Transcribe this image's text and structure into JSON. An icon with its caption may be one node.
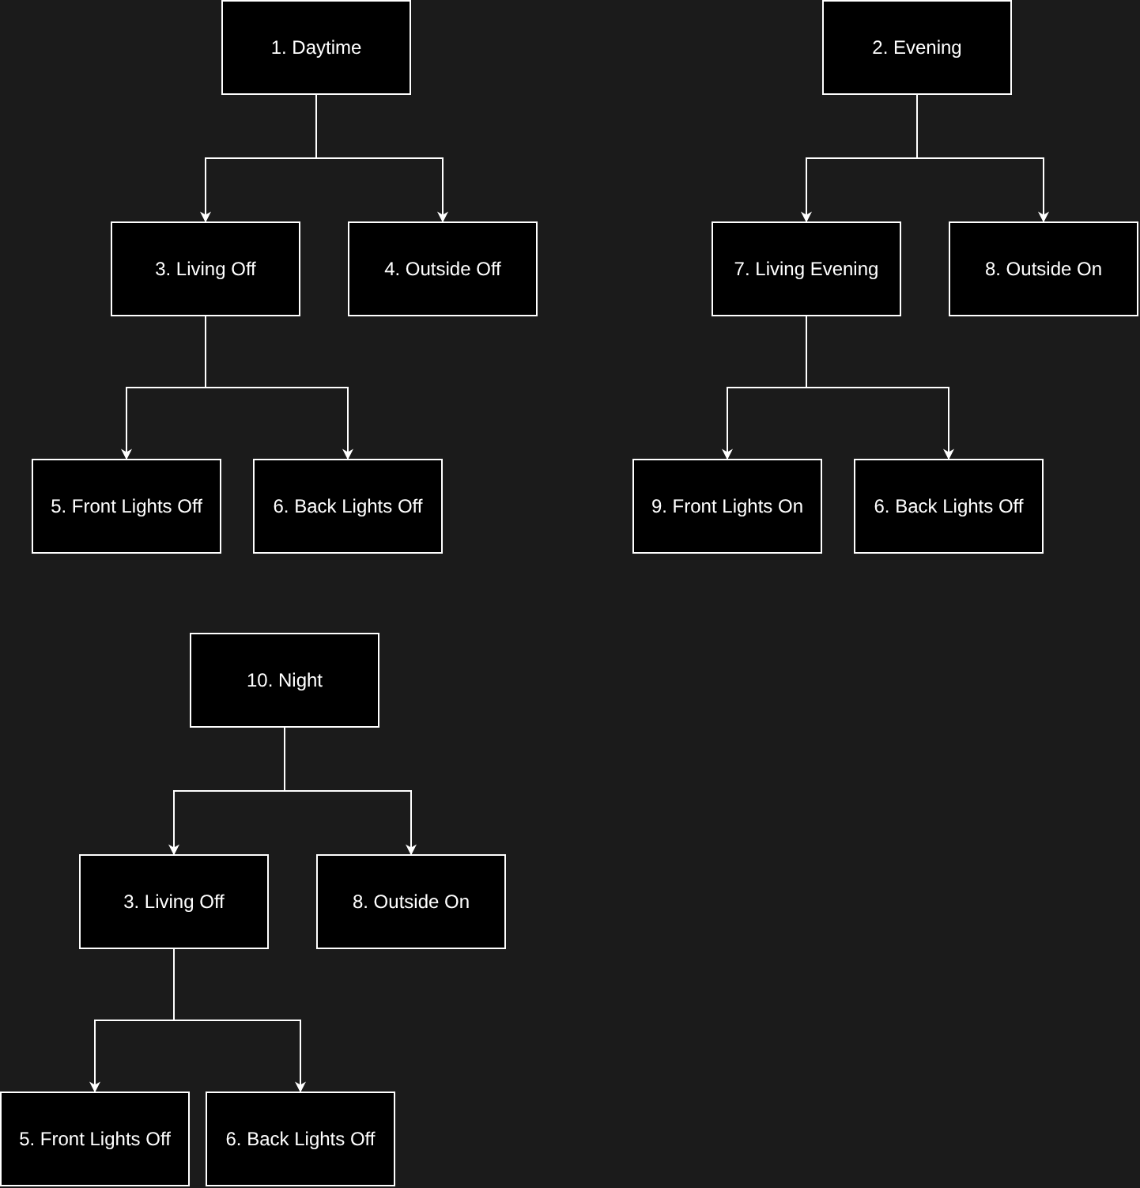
{
  "diagram": {
    "nodes": [
      {
        "text": [
          "1. Daytime"
        ]
      },
      {
        "text": [
          "3. Living Off"
        ]
      },
      {
        "text": [
          "4. Outside Off"
        ]
      },
      {
        "text": [
          "5. Front Lights Off"
        ]
      },
      {
        "text": [
          "6. Back Lights Off"
        ]
      },
      {
        "text": [
          "2. Evening"
        ]
      },
      {
        "text": [
          "7. Living Evening"
        ]
      },
      {
        "text": [
          "8. Outside On"
        ]
      },
      {
        "text": [
          "9. Front Lights On"
        ]
      },
      {
        "text": [
          "6. Back Lights Off"
        ]
      },
      {
        "text": [
          "10. Night"
        ]
      },
      {
        "text": [
          "3. Living Off"
        ]
      },
      {
        "text": [
          "8. Outside On"
        ]
      },
      {
        "text": [
          "5. Front Lights Off"
        ]
      },
      {
        "text": [
          "6. Back Lights Off"
        ]
      }
    ],
    "edges": [
      {
        "from": 0,
        "to": 1,
        "arrow": "to"
      },
      {
        "from": 0,
        "to": 2,
        "arrow": "to"
      },
      {
        "from": 1,
        "to": 3,
        "arrow": "to"
      },
      {
        "from": 1,
        "to": 4,
        "arrow": "to"
      },
      {
        "from": 5,
        "to": 6,
        "arrow": "to"
      },
      {
        "from": 5,
        "to": 7,
        "arrow": "to"
      },
      {
        "from": 6,
        "to": 8,
        "arrow": "to"
      },
      {
        "from": 6,
        "to": 9,
        "arrow": "to"
      },
      {
        "from": 10,
        "to": 11,
        "arrow": "to"
      },
      {
        "from": 10,
        "to": 12,
        "arrow": "to"
      },
      {
        "from": 11,
        "to": 13,
        "arrow": "to"
      },
      {
        "from": 11,
        "to": 14,
        "arrow": "to"
      }
    ]
  }
}
